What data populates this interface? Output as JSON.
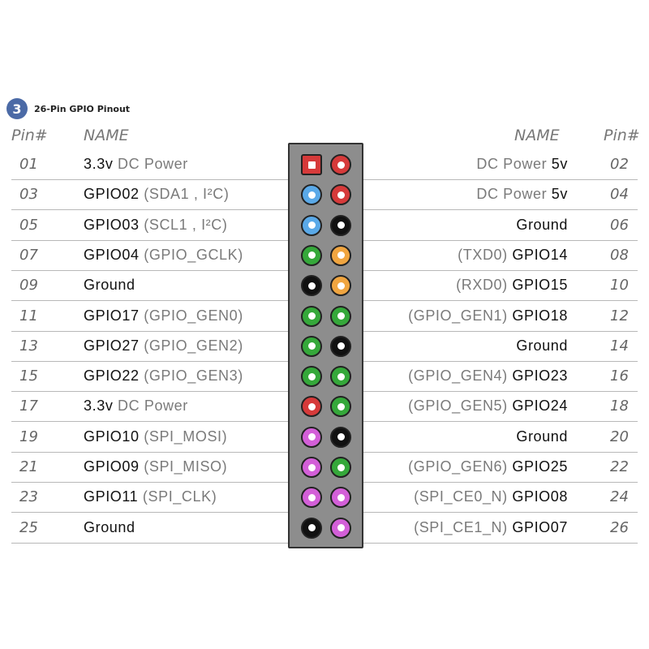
{
  "header": {
    "badge": "3",
    "title": "26-Pin GPIO Pinout"
  },
  "columns": {
    "pin_left": "Pin#",
    "name_left": "NAME",
    "name_right": "NAME",
    "pin_right": "Pin#"
  },
  "colors": {
    "power": "#d63a3a",
    "i2c": "#5aa9e8",
    "ground": "#111111",
    "gpio": "#35a83a",
    "uart": "#f0a540",
    "spi": "#d35fd8"
  },
  "rows": [
    {
      "left_pin": "01",
      "left_main": "3.3v",
      "left_extra": " DC Power",
      "left_type": "power",
      "left_shape": "square",
      "right_pin": "02",
      "right_extra": "DC Power ",
      "right_main": "5v",
      "right_type": "power"
    },
    {
      "left_pin": "03",
      "left_main": "GPIO02",
      "left_extra": " (SDA1 , I²C)",
      "left_type": "i2c",
      "right_pin": "04",
      "right_extra": "DC Power ",
      "right_main": "5v",
      "right_type": "power"
    },
    {
      "left_pin": "05",
      "left_main": "GPIO03",
      "left_extra": " (SCL1 , I²C)",
      "left_type": "i2c",
      "right_pin": "06",
      "right_extra": "",
      "right_main": "Ground",
      "right_type": "ground"
    },
    {
      "left_pin": "07",
      "left_main": "GPIO04",
      "left_extra": " (GPIO_GCLK)",
      "left_type": "gpio",
      "right_pin": "08",
      "right_extra": "(TXD0) ",
      "right_main": "GPIO14",
      "right_type": "uart"
    },
    {
      "left_pin": "09",
      "left_main": "Ground",
      "left_extra": "",
      "left_type": "ground",
      "right_pin": "10",
      "right_extra": "(RXD0) ",
      "right_main": "GPIO15",
      "right_type": "uart"
    },
    {
      "left_pin": "11",
      "left_main": "GPIO17",
      "left_extra": " (GPIO_GEN0)",
      "left_type": "gpio",
      "right_pin": "12",
      "right_extra": "(GPIO_GEN1) ",
      "right_main": "GPIO18",
      "right_type": "gpio"
    },
    {
      "left_pin": "13",
      "left_main": "GPIO27",
      "left_extra": " (GPIO_GEN2)",
      "left_type": "gpio",
      "right_pin": "14",
      "right_extra": "",
      "right_main": "Ground",
      "right_type": "ground"
    },
    {
      "left_pin": "15",
      "left_main": "GPIO22",
      "left_extra": " (GPIO_GEN3)",
      "left_type": "gpio",
      "right_pin": "16",
      "right_extra": "(GPIO_GEN4) ",
      "right_main": "GPIO23",
      "right_type": "gpio"
    },
    {
      "left_pin": "17",
      "left_main": "3.3v",
      "left_extra": " DC Power",
      "left_type": "power",
      "right_pin": "18",
      "right_extra": "(GPIO_GEN5) ",
      "right_main": "GPIO24",
      "right_type": "gpio"
    },
    {
      "left_pin": "19",
      "left_main": "GPIO10",
      "left_extra": " (SPI_MOSI)",
      "left_type": "spi",
      "right_pin": "20",
      "right_extra": "",
      "right_main": "Ground",
      "right_type": "ground"
    },
    {
      "left_pin": "21",
      "left_main": "GPIO09",
      "left_extra": " (SPI_MISO)",
      "left_type": "spi",
      "right_pin": "22",
      "right_extra": "(GPIO_GEN6) ",
      "right_main": "GPIO25",
      "right_type": "gpio"
    },
    {
      "left_pin": "23",
      "left_main": "GPIO11",
      "left_extra": " (SPI_CLK)",
      "left_type": "spi",
      "right_pin": "24",
      "right_extra": "(SPI_CE0_N) ",
      "right_main": "GPIO08",
      "right_type": "spi"
    },
    {
      "left_pin": "25",
      "left_main": "Ground",
      "left_extra": "",
      "left_type": "ground",
      "right_pin": "26",
      "right_extra": "(SPI_CE1_N) ",
      "right_main": "GPIO07",
      "right_type": "spi"
    }
  ]
}
